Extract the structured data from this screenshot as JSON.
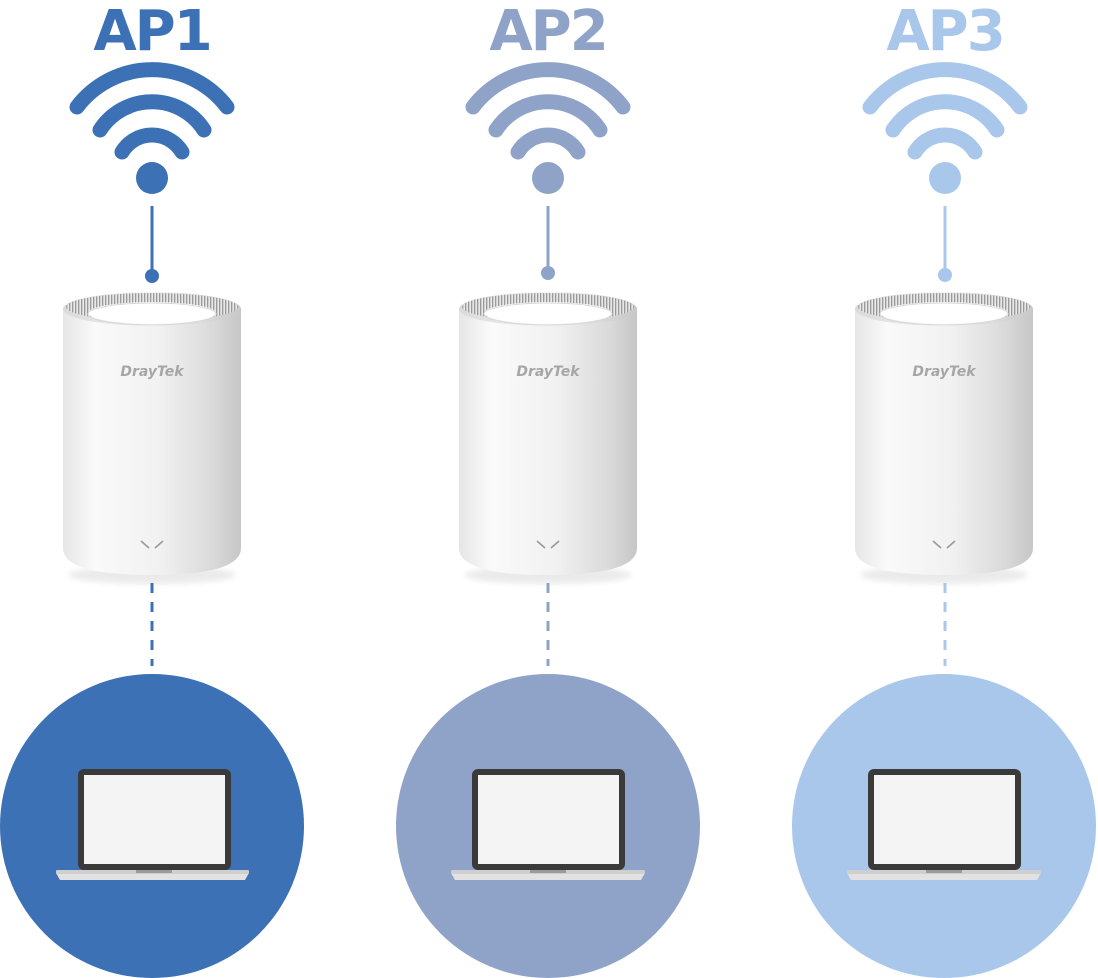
{
  "access_points": [
    {
      "label": "AP1",
      "brand": "DrayTek",
      "color": "#3d71b6",
      "icons": [
        "wifi-signal-icon",
        "mesh-router-icon",
        "laptop-icon"
      ]
    },
    {
      "label": "AP2",
      "brand": "DrayTek",
      "color": "#8fa3c9",
      "icons": [
        "wifi-signal-icon",
        "mesh-router-icon",
        "laptop-icon"
      ]
    },
    {
      "label": "AP3",
      "brand": "DrayTek",
      "color": "#a9c7eb",
      "icons": [
        "wifi-signal-icon",
        "mesh-router-icon",
        "laptop-icon"
      ]
    }
  ],
  "palette": {
    "router_body": "#f2f2f2",
    "router_shadow": "#d2d2d2",
    "laptop_frame": "#3a3a3a",
    "laptop_screen": "#f4f4f4"
  }
}
